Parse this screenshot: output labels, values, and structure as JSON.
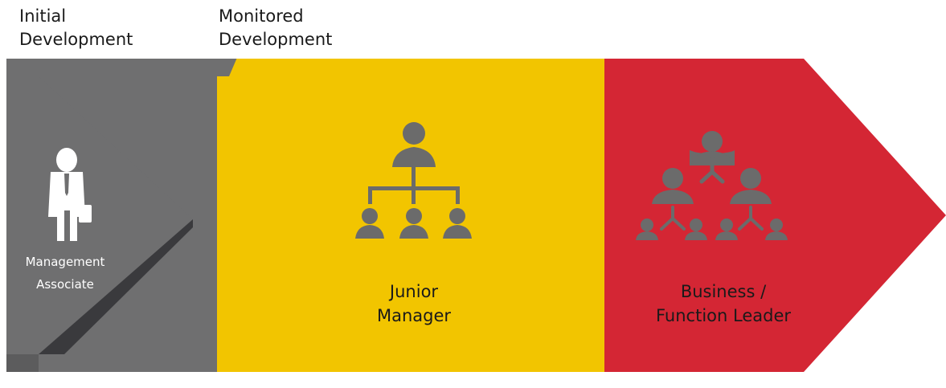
{
  "phases": [
    {
      "label": "Initial\nDevelopment",
      "color": "#6f6f70"
    },
    {
      "label": "Monitored\nDevelopment",
      "color": "#f2c500"
    },
    {
      "label": "",
      "color": "#d42634"
    }
  ],
  "roles": [
    {
      "label": "Management\nAssociate",
      "icon": "business-person-icon"
    },
    {
      "label": "Junior\nManager",
      "icon": "small-org-chart-icon"
    },
    {
      "label": "Business /\nFunction Leader",
      "icon": "large-org-chart-icon"
    }
  ],
  "colors": {
    "grey": "#6f6f70",
    "dark_grey": "#3a3a3d",
    "yellow": "#f2c500",
    "red": "#d42634",
    "dark_red": "#7a1520",
    "icon_grey": "#6b6b6b"
  }
}
